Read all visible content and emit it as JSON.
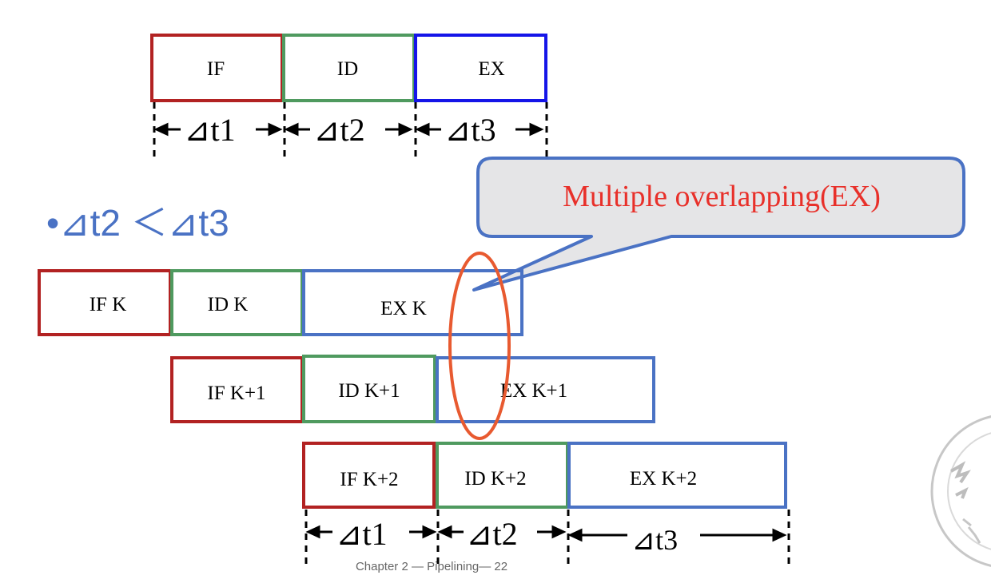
{
  "top_stages": [
    {
      "label": "IF",
      "color": "#b22222"
    },
    {
      "label": "ID",
      "color": "#4f9a5f"
    },
    {
      "label": "EX",
      "color": "#1515e8"
    }
  ],
  "top_intervals": [
    "⊿t1",
    "⊿t2",
    "⊿t3"
  ],
  "condition": "•⊿t2 ＜⊿t3",
  "callout": "Multiple overlapping(EX)",
  "rows": [
    {
      "stages": [
        "IF K",
        "ID K",
        "EX K"
      ]
    },
    {
      "stages": [
        "IF K+1",
        "ID K+1",
        "EX K+1"
      ]
    },
    {
      "stages": [
        "IF K+2",
        "ID K+2",
        "EX K+2"
      ]
    }
  ],
  "bottom_intervals": [
    "⊿t1",
    "⊿t2",
    "⊿t3"
  ],
  "footer": "Chapter 2 — Pipelining— 22",
  "colors": {
    "if": "#b22222",
    "id": "#4f9a5f",
    "ex": "#4a72c4",
    "callout_fill": "#e5e5e7",
    "callout_border": "#4a72c4",
    "callout_text": "#e8302a",
    "ellipse": "#e85a30",
    "condition": "#4a72c4"
  }
}
